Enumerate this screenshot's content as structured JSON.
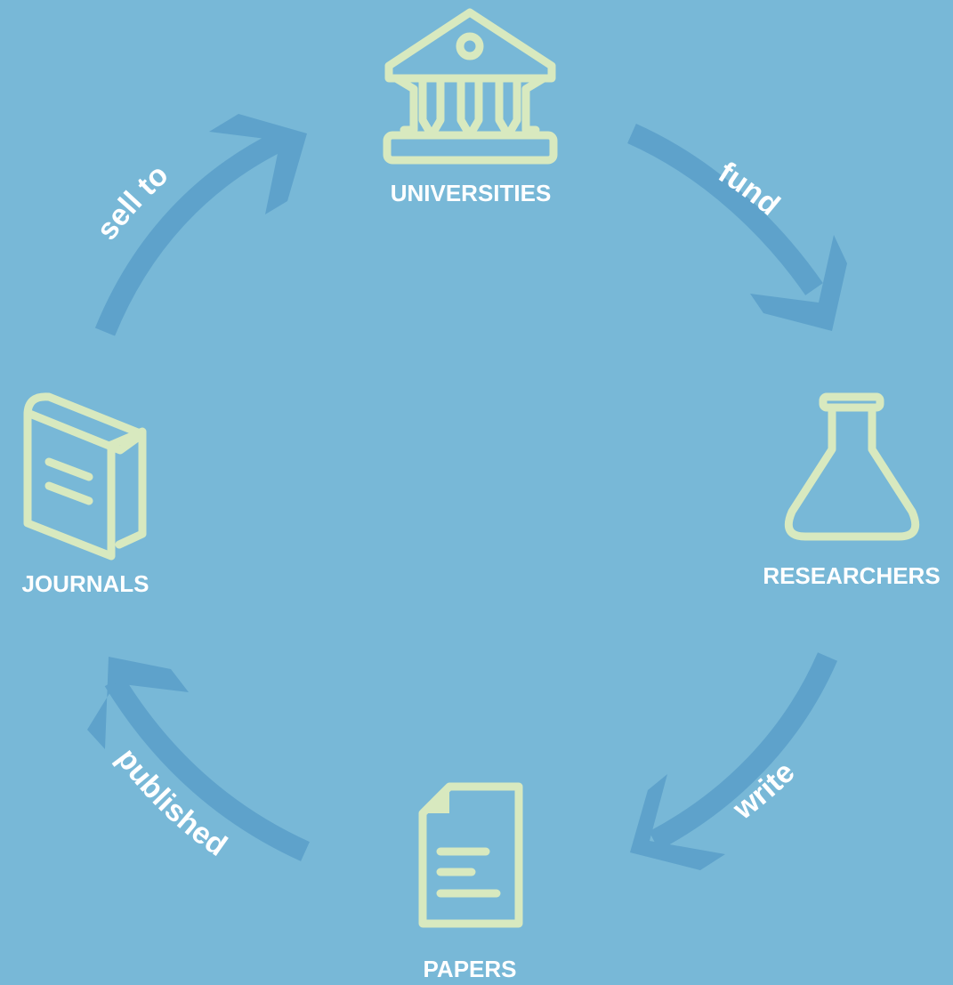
{
  "colors": {
    "background": "#78b8d7",
    "arrow": "#5ea2cb",
    "icon": "#d8e9bf",
    "text": "#ffffff"
  },
  "nodes": {
    "universities": {
      "label": "UNIVERSITIES",
      "icon": "institution-icon"
    },
    "researchers": {
      "label": "RESEARCHERS",
      "icon": "flask-icon"
    },
    "papers": {
      "label": "PAPERS",
      "icon": "document-icon"
    },
    "journals": {
      "label": "JOURNALS",
      "icon": "book-icon"
    }
  },
  "edges": {
    "fund": {
      "label": "fund",
      "from": "UNIVERSITIES",
      "to": "RESEARCHERS"
    },
    "write": {
      "label": "write",
      "from": "RESEARCHERS",
      "to": "PAPERS"
    },
    "published": {
      "label": "published",
      "from": "PAPERS",
      "to": "JOURNALS"
    },
    "sell_to": {
      "label": "sell to",
      "from": "JOURNALS",
      "to": "UNIVERSITIES"
    }
  }
}
